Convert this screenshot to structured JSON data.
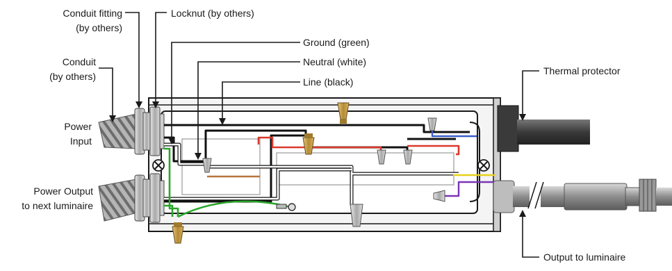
{
  "labels": {
    "conduit_fitting": [
      "Conduit fitting",
      "(by others)"
    ],
    "locknut": "Locknut (by others)",
    "conduit": [
      "Conduit",
      "(by others)"
    ],
    "ground": "Ground (green)",
    "neutral": "Neutral (white)",
    "line": "Line (black)",
    "thermal_protector": "Thermal protector",
    "power_input": [
      "Power",
      "Input"
    ],
    "power_output": [
      "Power Output",
      "to next luminaire"
    ],
    "output_to_luminaire": "Output to luminaire"
  },
  "wire_colors": {
    "ground": "#2aa52a",
    "neutral": "#ffffff",
    "line": "#111111",
    "red": "#d93a2b",
    "blue": "#3a5fc9",
    "yellow": "#e8d21d",
    "purple": "#7a35b5",
    "brown": "#b8743a"
  },
  "colors": {
    "housing": "#f2f2f2",
    "outline": "#1a1a1a",
    "wire_nut": "#c9a14a",
    "conduit": "#9a9a9a",
    "cable": "#555555"
  }
}
